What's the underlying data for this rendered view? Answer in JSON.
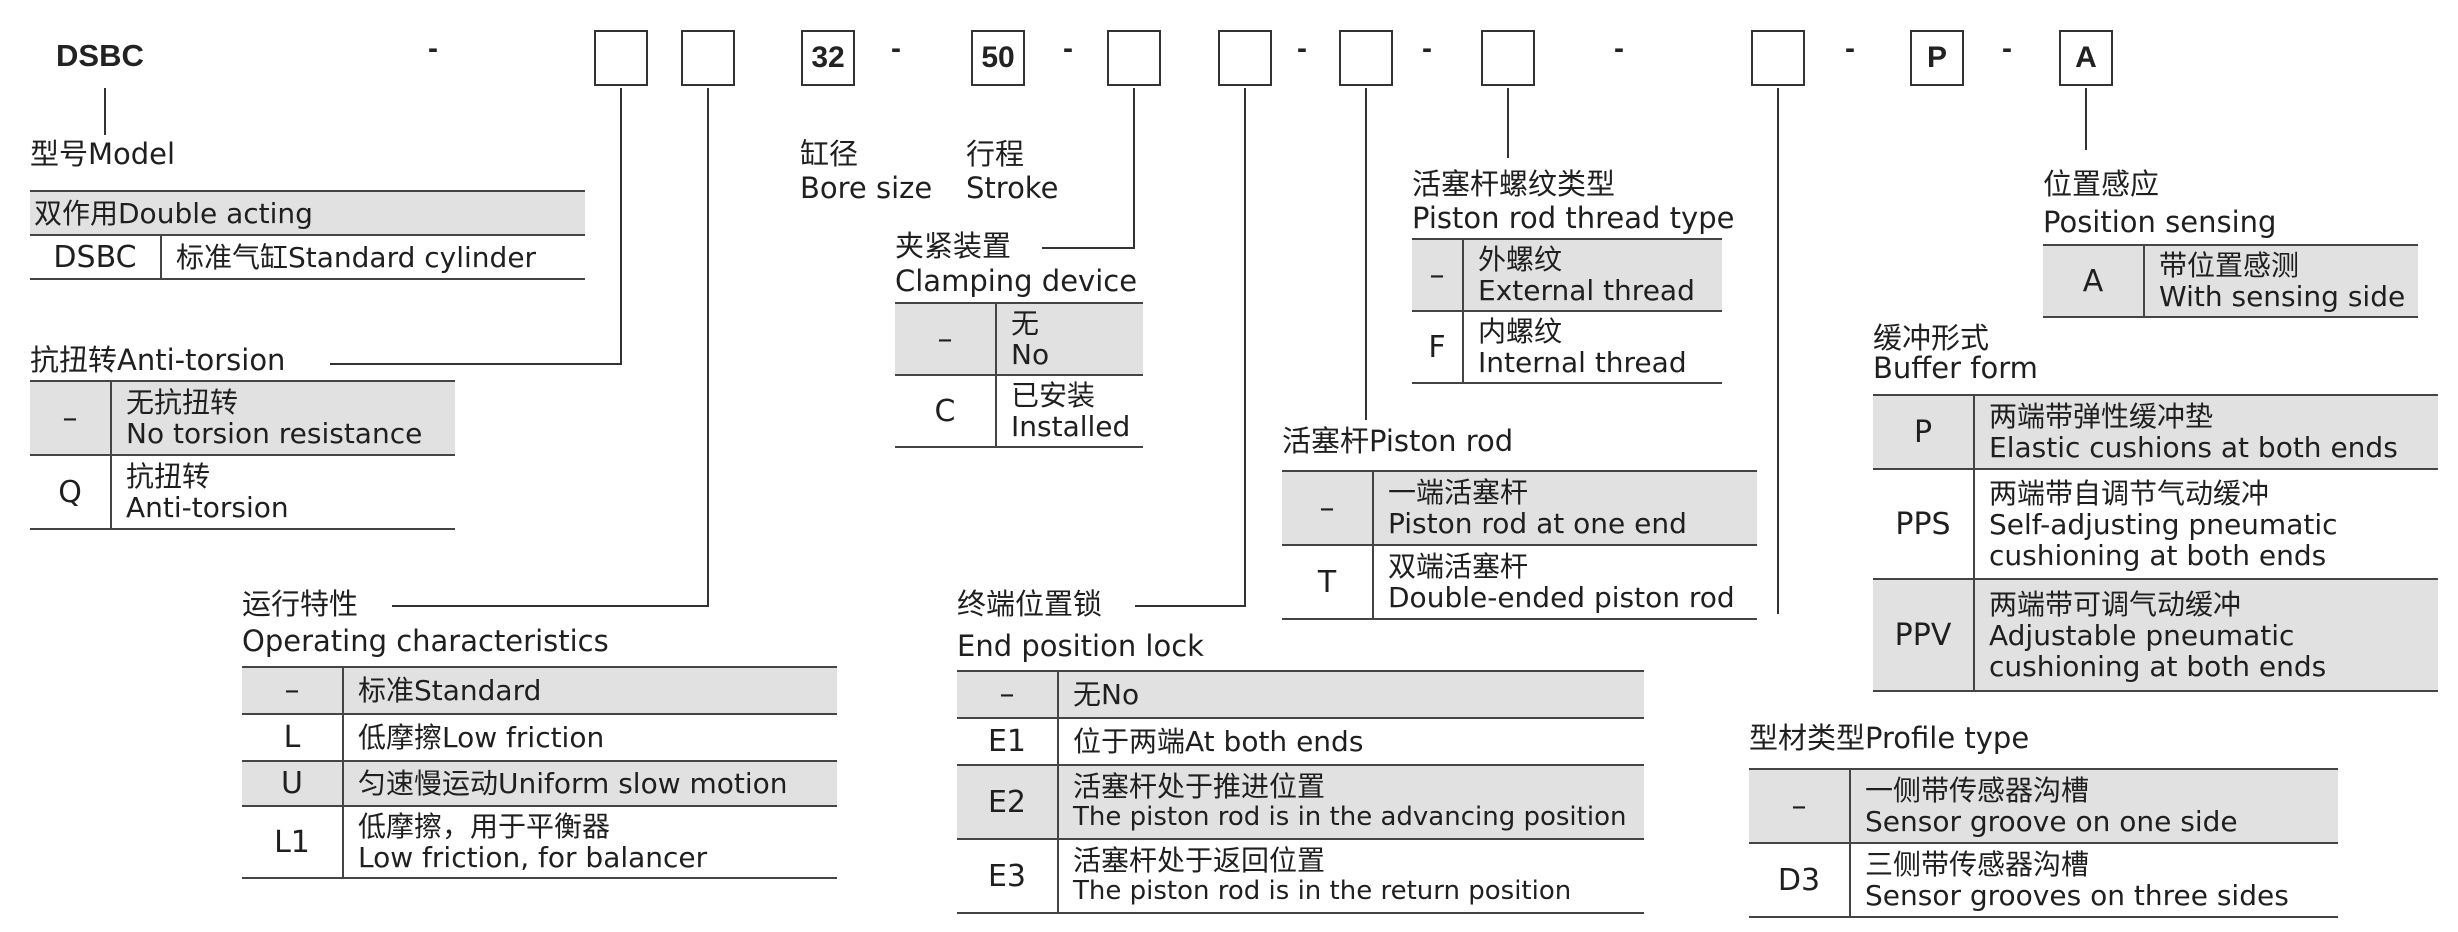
{
  "header": {
    "model_code": "DSBC",
    "boxes": [
      "",
      "",
      "32",
      "50",
      "",
      "",
      "",
      "",
      "",
      "P",
      "A"
    ],
    "dashes": [
      "-",
      "-",
      "-",
      "-",
      "-",
      "-",
      "-",
      "-",
      "-"
    ]
  },
  "model": {
    "title": "型号Model",
    "rows": [
      {
        "code": "",
        "cn": "双作用Double acting",
        "en": ""
      },
      {
        "code": "DSBC",
        "cn": "标准气缸Standard cylinder",
        "en": ""
      }
    ]
  },
  "bore": {
    "cn": "缸径",
    "en": "Bore size"
  },
  "stroke": {
    "cn": "行程",
    "en": "Stroke"
  },
  "anti_torsion": {
    "title": "抗扭转Anti-torsion",
    "rows": [
      {
        "code": "–",
        "cn": "无抗扭转",
        "en": "No torsion resistance"
      },
      {
        "code": "Q",
        "cn": "抗扭转",
        "en": "Anti-torsion"
      }
    ]
  },
  "operating": {
    "title_cn": "运行特性",
    "title_en": "Operating characteristics",
    "rows": [
      {
        "code": "–",
        "cn": "标准Standard",
        "en": ""
      },
      {
        "code": "L",
        "cn": "低摩擦Low friction",
        "en": ""
      },
      {
        "code": "U",
        "cn": "匀速慢运动Uniform slow motion",
        "en": ""
      },
      {
        "code": "L1",
        "cn": "低摩擦，用于平衡器",
        "en": "Low friction, for balancer"
      }
    ]
  },
  "clamping": {
    "title_cn": "夹紧装置",
    "title_en": "Clamping device",
    "rows": [
      {
        "code": "–",
        "cn": "无",
        "en": "No"
      },
      {
        "code": "C",
        "cn": "已安装",
        "en": "Installed"
      }
    ]
  },
  "end_lock": {
    "title_cn": "终端位置锁",
    "title_en": "End position lock",
    "rows": [
      {
        "code": "–",
        "cn": "无No",
        "en": ""
      },
      {
        "code": "E1",
        "cn": "位于两端At both ends",
        "en": ""
      },
      {
        "code": "E2",
        "cn": "活塞杆处于推进位置",
        "en": "The piston rod is in the advancing position"
      },
      {
        "code": "E3",
        "cn": "活塞杆处于返回位置",
        "en": "The piston rod is in the return position"
      }
    ]
  },
  "piston_rod": {
    "title": "活塞杆Piston rod",
    "rows": [
      {
        "code": "–",
        "cn": "一端活塞杆",
        "en": "Piston rod at one end"
      },
      {
        "code": "T",
        "cn": "双端活塞杆",
        "en": "Double-ended piston rod"
      }
    ]
  },
  "thread": {
    "title_cn": "活塞杆螺纹类型",
    "title_en": "Piston rod thread type",
    "rows": [
      {
        "code": "–",
        "cn": "外螺纹",
        "en": "External thread"
      },
      {
        "code": "F",
        "cn": "内螺纹",
        "en": "Internal thread"
      }
    ]
  },
  "profile": {
    "title": "型材类型Profile type",
    "rows": [
      {
        "code": "–",
        "cn": "一侧带传感器沟槽",
        "en": "Sensor groove on one side"
      },
      {
        "code": "D3",
        "cn": "三侧带传感器沟槽",
        "en": "Sensor grooves on three sides"
      }
    ]
  },
  "buffer": {
    "title_cn": "缓冲形式",
    "title_en": "Buffer form",
    "rows": [
      {
        "code": "P",
        "cn": "两端带弹性缓冲垫",
        "en": "Elastic cushions at both ends",
        "en2": ""
      },
      {
        "code": "PPS",
        "cn": "两端带自调节气动缓冲",
        "en": "Self-adjusting pneumatic",
        "en2": "cushioning at both ends"
      },
      {
        "code": "PPV",
        "cn": "两端带可调气动缓冲",
        "en": "Adjustable pneumatic",
        "en2": "cushioning at both ends"
      }
    ]
  },
  "position": {
    "title_cn": "位置感应",
    "title_en": "Position sensing",
    "rows": [
      {
        "code": "A",
        "cn": "带位置感测",
        "en": "With sensing side"
      }
    ]
  }
}
